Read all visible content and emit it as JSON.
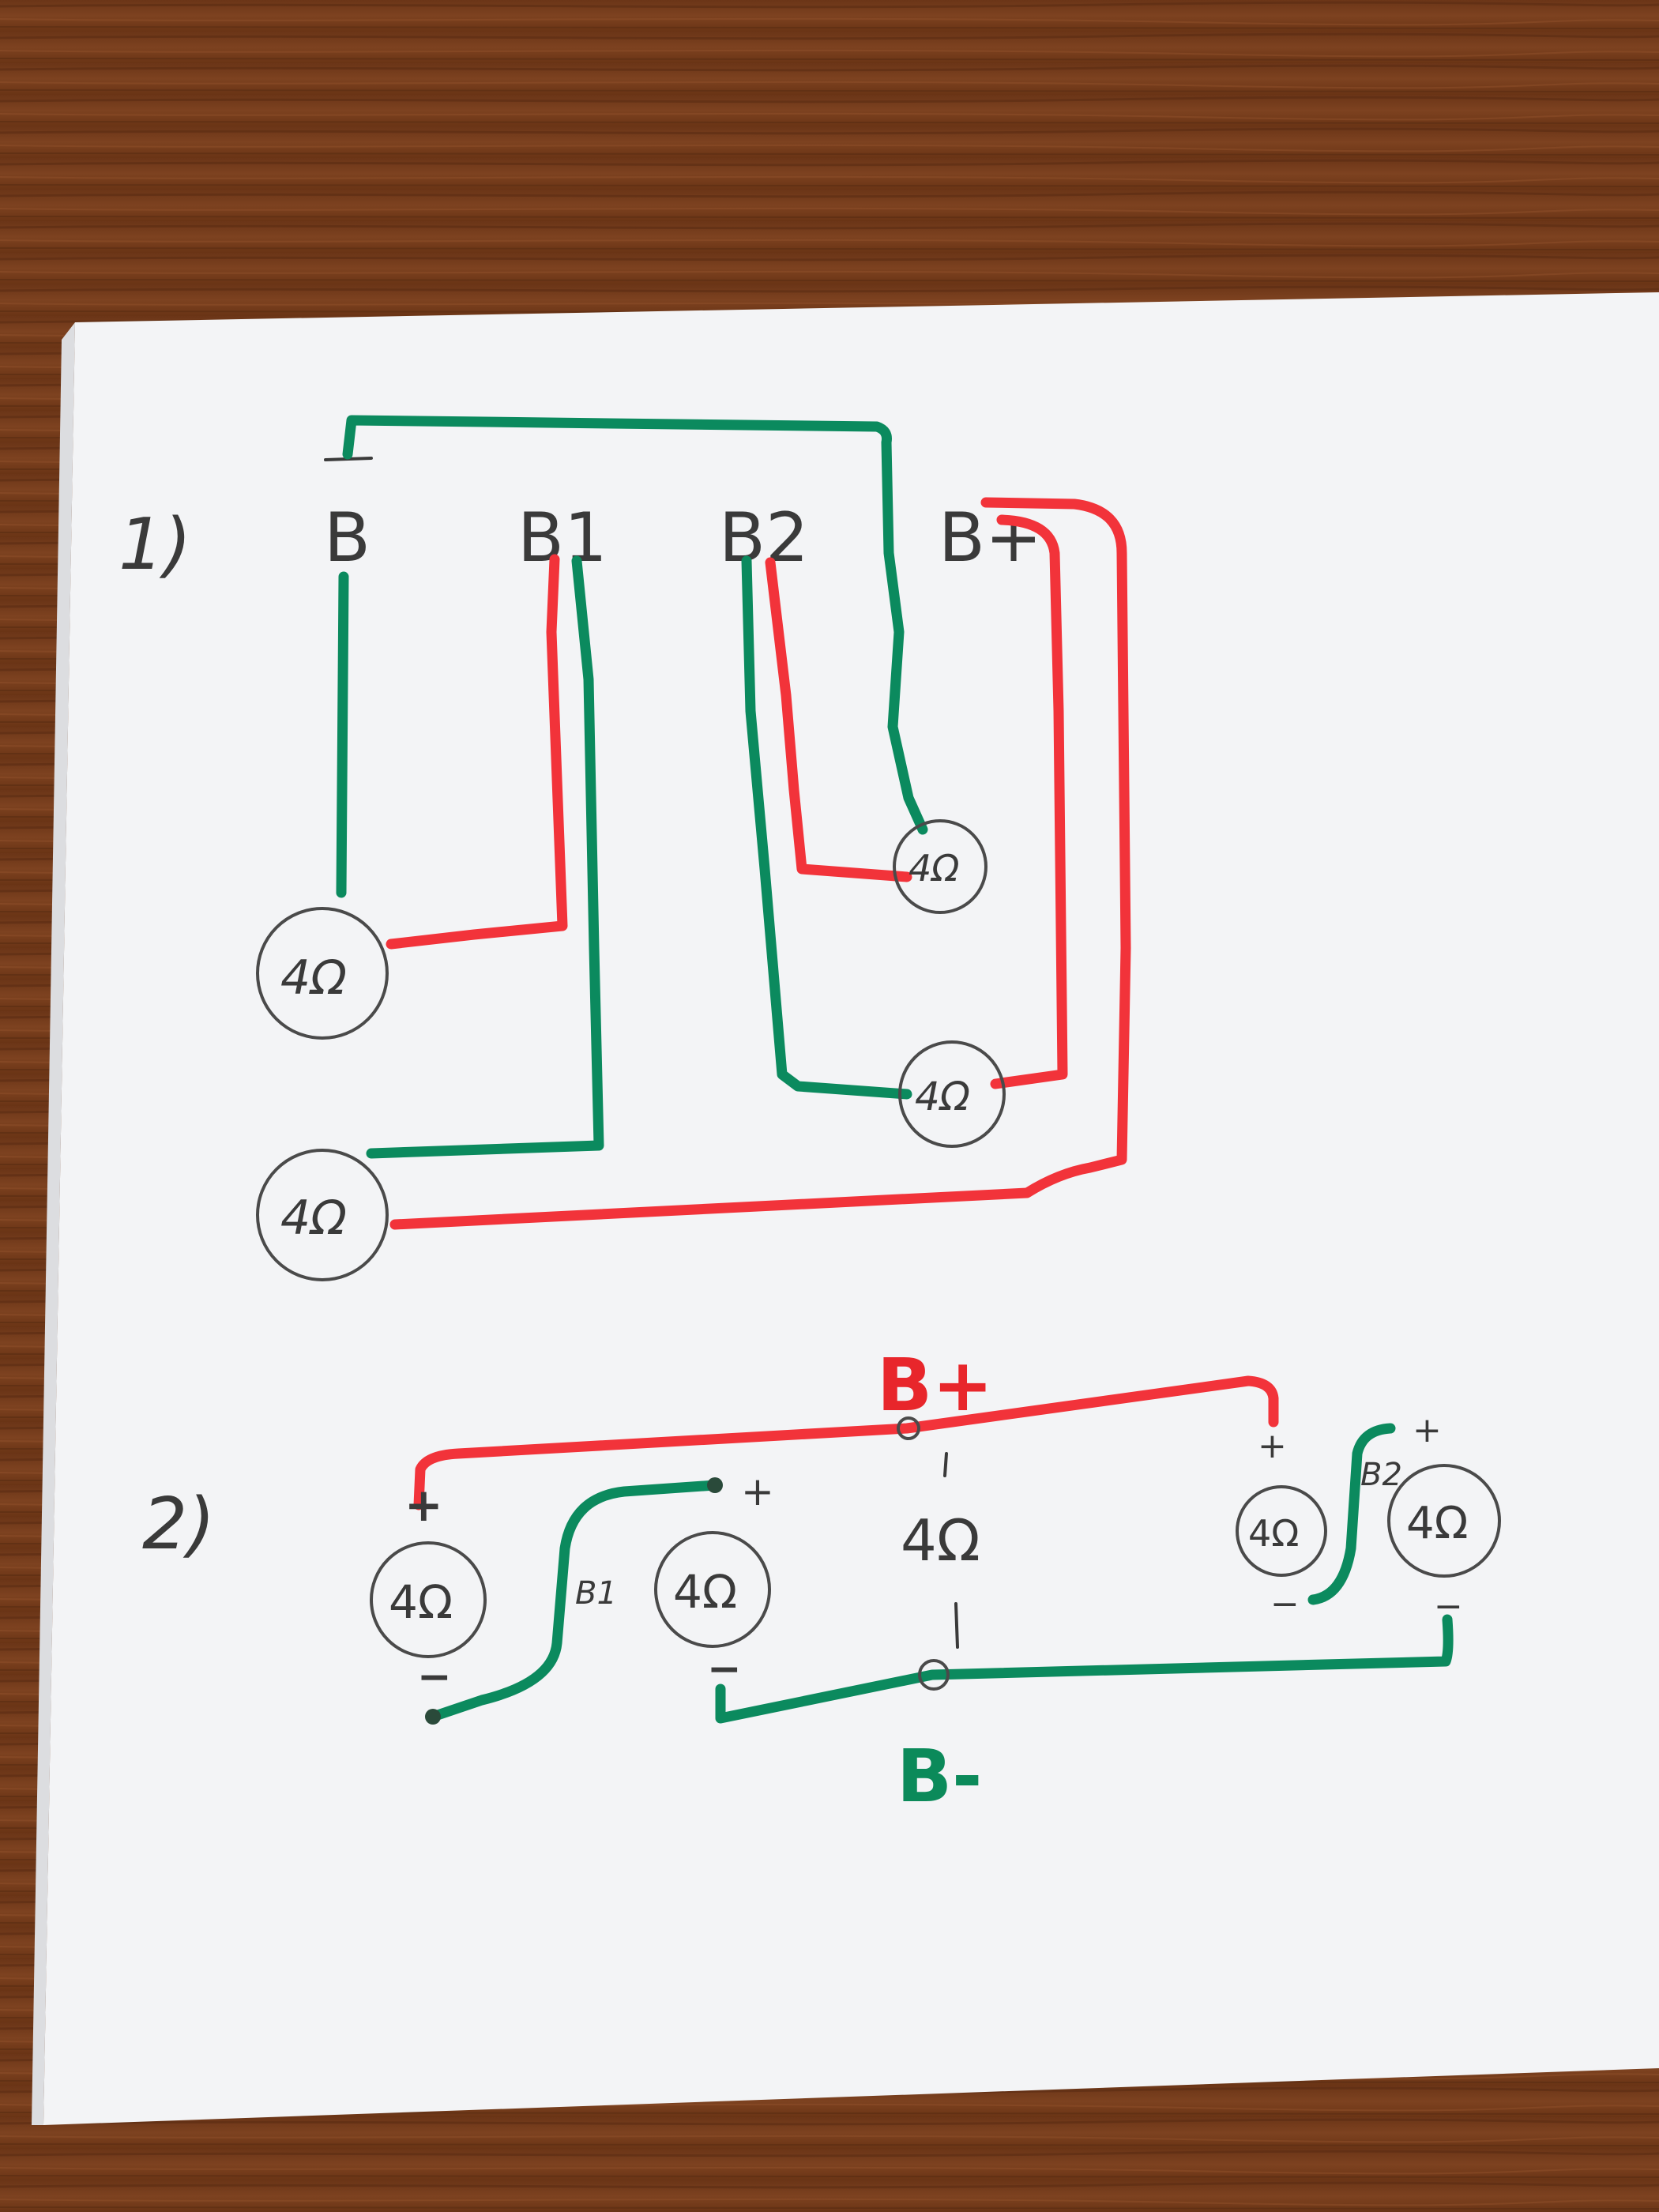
{
  "diagram_1": {
    "number": "1)",
    "terminals": [
      "B",
      "B1",
      "B2",
      "B+"
    ],
    "speaker_label": "4Ω"
  },
  "diagram_2": {
    "number": "2)",
    "label_plus": "B+",
    "label_minus": "B-",
    "label_b1": "B1",
    "label_b2": "B2",
    "speaker_label": "4Ω",
    "center_label": "4Ω",
    "plus_sign": "+",
    "minus_sign": "−"
  },
  "colors": {
    "wood": "#7a3f1c",
    "paper": "#f4f5f7",
    "green_wire": "#0b8a5e",
    "red_wire": "#f2333a",
    "pencil": "#3a3a3a"
  }
}
